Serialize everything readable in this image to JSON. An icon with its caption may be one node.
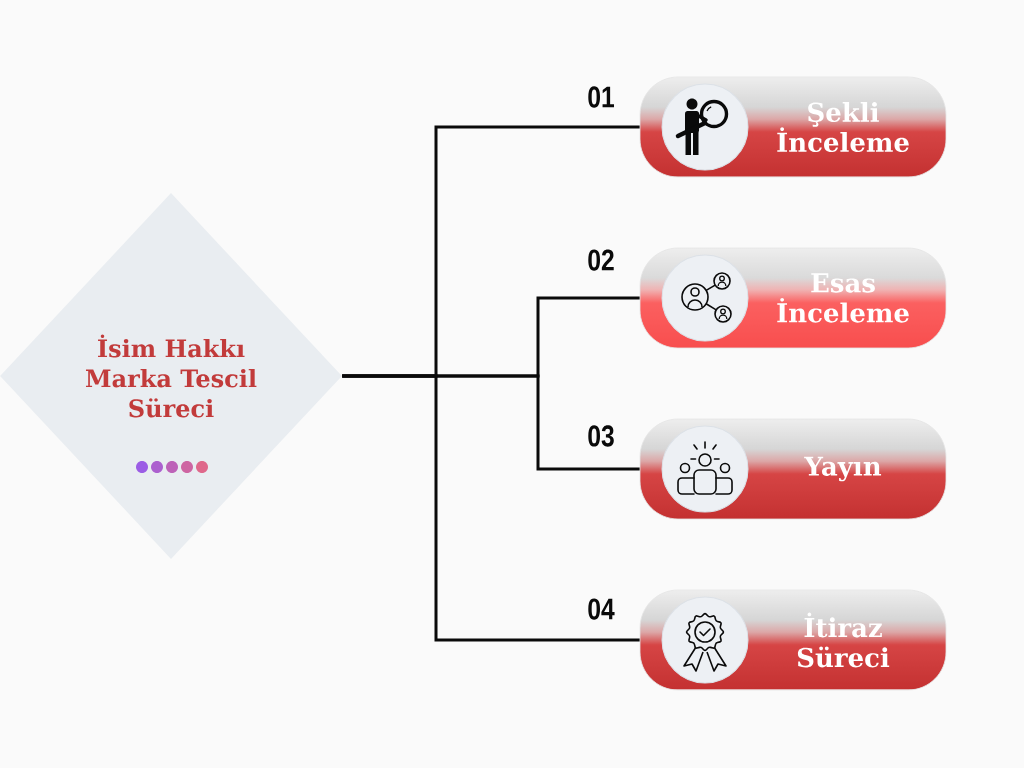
{
  "diagram": {
    "nodes": [
      {
        "text": [
          "İsim Hakkı Marka Tescil Süreci"
        ]
      },
      {
        "text": [
          "Şekli İnceleme"
        ],
        "beside": [
          "01"
        ]
      },
      {
        "text": [
          "Esas İnceleme"
        ],
        "beside": [
          "02"
        ]
      },
      {
        "text": [
          "Yayın"
        ],
        "beside": [
          "03"
        ]
      },
      {
        "text": [
          "İtiraz Süreci"
        ],
        "beside": [
          "04"
        ]
      }
    ],
    "edges": [
      {
        "from": 0,
        "to": 1,
        "arrow": "none"
      },
      {
        "from": 0,
        "to": 2,
        "arrow": "none"
      },
      {
        "from": 0,
        "to": 3,
        "arrow": "none"
      },
      {
        "from": 0,
        "to": 4,
        "arrow": "none"
      }
    ]
  }
}
